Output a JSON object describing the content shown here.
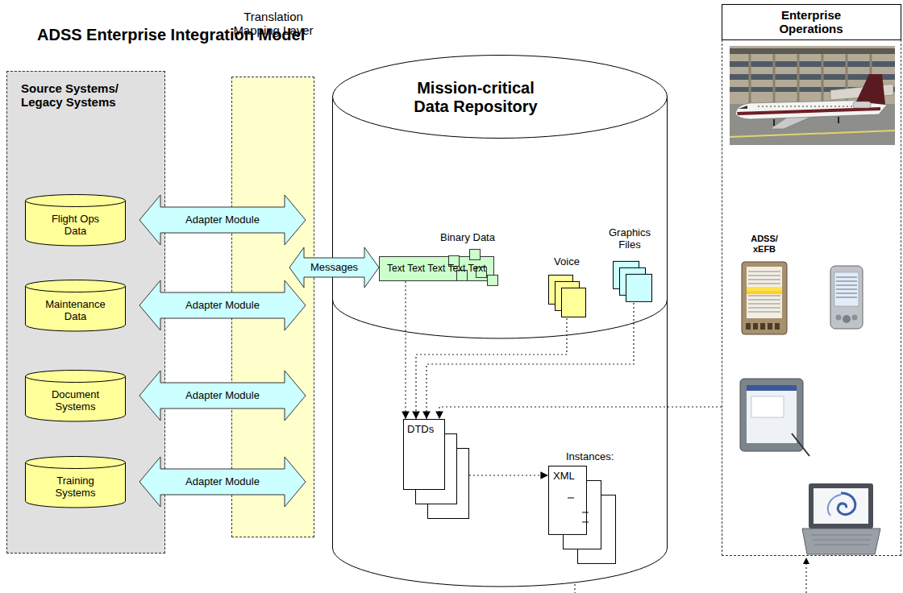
{
  "diagram": {
    "title": "ADSS Enterprise Integration Model",
    "nodes": [
      {
        "text": [
          "Source Systems/ Legacy Systems"
        ]
      },
      {
        "text": [
          "Flight Ops Data"
        ],
        "in": 0
      },
      {
        "text": [
          "Maintenance Data"
        ],
        "in": 0
      },
      {
        "text": [
          "Document Systems"
        ],
        "in": 0
      },
      {
        "text": [
          "Training Systems"
        ],
        "in": 0
      },
      {
        "text": [
          "Translation Mapping Layer"
        ]
      },
      {
        "text": [
          "Mission-critical Data Repository"
        ]
      },
      {
        "text": [
          "Text Text Text Text Text"
        ],
        "in": 6
      },
      {
        "text": [
          "Binary Data"
        ],
        "in": 6
      },
      {
        "text": [
          "Voice"
        ],
        "in": 6
      },
      {
        "text": [
          "Graphics Files"
        ],
        "in": 6
      },
      {
        "text": [
          "DTDs"
        ],
        "in": 6
      },
      {
        "text": [
          "Instances:",
          "XML"
        ],
        "in": 6
      },
      {
        "text": [
          "Enterprise Operations"
        ]
      },
      {
        "text": [
          "ADSS/ xEFB"
        ],
        "in": 13
      }
    ],
    "edges": [
      {
        "from": 1,
        "to": 5,
        "label": "Adapter Module",
        "arrow": "both"
      },
      {
        "from": 2,
        "to": 5,
        "label": "Adapter Module",
        "arrow": "both"
      },
      {
        "from": 3,
        "to": 5,
        "label": "Adapter Module",
        "arrow": "both"
      },
      {
        "from": 4,
        "to": 5,
        "label": "Adapter Module",
        "arrow": "both"
      },
      {
        "from": 5,
        "to": 7,
        "label": "Messages",
        "arrow": "both"
      },
      {
        "from": 7,
        "to": 11,
        "arrow": "to"
      },
      {
        "from": 9,
        "to": 11,
        "arrow": "to"
      },
      {
        "from": 10,
        "to": 11,
        "arrow": "to"
      },
      {
        "from": 11,
        "to": 12,
        "arrow": "to"
      },
      {
        "from": 13,
        "to": 11,
        "arrow": "to"
      }
    ]
  }
}
